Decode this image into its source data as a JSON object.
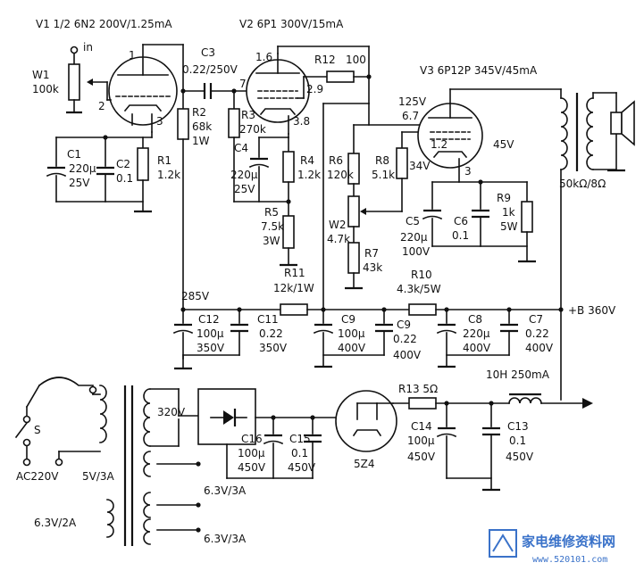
{
  "tubes": {
    "v1": "V1  1/2  6N2  200V/1.25mA",
    "v2": "V2  6P1  300V/15mA",
    "v3": "V3  6P12P  345V/45mA"
  },
  "pins": {
    "v1_top": "1",
    "v1_grid": "2",
    "v1_cath": "3",
    "v2_top": "1.6",
    "v2_grid": "7",
    "v2_screen": "2.9",
    "v2_cath": "3.8",
    "v3_screen": "1.2",
    "v3_cath": "3"
  },
  "voltages": {
    "v125": "125V",
    "v67": "6.7",
    "v45": "45V",
    "v34": "34V",
    "b285": "285V",
    "bplus": "+B  360V"
  },
  "input": {
    "label": "in"
  },
  "components": {
    "w1": [
      "W1",
      "100k"
    ],
    "c3": [
      "C3",
      "0.22/250V"
    ],
    "r12": [
      "R12",
      "100"
    ],
    "r2": [
      "R2",
      "68k",
      "1W"
    ],
    "r3": [
      "R3",
      "270k"
    ],
    "c1": [
      "C1",
      "220μ",
      "25V"
    ],
    "c2": [
      "C2",
      "0.1"
    ],
    "r1": [
      "R1",
      "1.2k"
    ],
    "c4": [
      "C4",
      "220μ",
      "25V"
    ],
    "r4": [
      "R4",
      "1.2k"
    ],
    "r5": [
      "R5",
      "7.5k",
      "3W"
    ],
    "r6": [
      "R6",
      "120k"
    ],
    "r8": [
      "R8",
      "5.1k"
    ],
    "w2": [
      "W2",
      "4.7k"
    ],
    "r7": [
      "R7",
      "43k"
    ],
    "c5": [
      "C5",
      "220μ",
      "100V"
    ],
    "c6": [
      "C6",
      "0.1"
    ],
    "r9": [
      "R9",
      "1k",
      "5W"
    ],
    "r11": [
      "R11",
      "12k/1W"
    ],
    "r10": [
      "R10",
      "4.3k/5W"
    ],
    "c12": [
      "C12",
      "100μ",
      "350V"
    ],
    "c11": [
      "C11",
      "0.22",
      "350V"
    ],
    "c9a": [
      "C9",
      "100μ",
      "400V"
    ],
    "c9b": [
      "C9",
      "0.22",
      "400V"
    ],
    "c8": [
      "C8",
      "220μ",
      "400V"
    ],
    "c7": [
      "C7",
      "0.22",
      "400V"
    ],
    "r13": "R13  5Ω",
    "choke": "10H  250mA",
    "c16": [
      "C16",
      "100μ",
      "450V"
    ],
    "c15": [
      "C15",
      "0.1",
      "450V"
    ],
    "c14": [
      "C14",
      "100μ",
      "450V"
    ],
    "c13": [
      "C13",
      "0.1",
      "450V"
    ],
    "rect_tube": "5Z4"
  },
  "output": {
    "transformer": "50kΩ/8Ω"
  },
  "power": {
    "switch": "S",
    "mains": "AC220V",
    "sec_hv": "320V",
    "sec_5v": "5V/3A",
    "sec_63a": "6.3V/3A",
    "sec_63b": "6.3V/2A",
    "sec_63c": "6.3V/3A"
  },
  "watermark": {
    "text": "家电维修资料网",
    "url": "www.520101.com"
  }
}
